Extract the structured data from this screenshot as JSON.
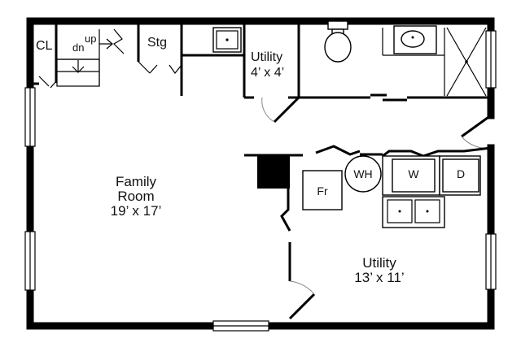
{
  "rooms": {
    "family": {
      "name": "Family\nRoom",
      "size": "19’ x 17’"
    },
    "utility_small": {
      "name": "Utility",
      "size": "4’ x 4’"
    },
    "utility_large": {
      "name": "Utility",
      "size": "13’ x 11’"
    }
  },
  "labels": {
    "closet": "CL",
    "storage": "Stg",
    "stairs_up": "up",
    "stairs_down": "dn",
    "furnace": "Fr",
    "water_heater": "WH",
    "washer": "W",
    "dryer": "D"
  }
}
